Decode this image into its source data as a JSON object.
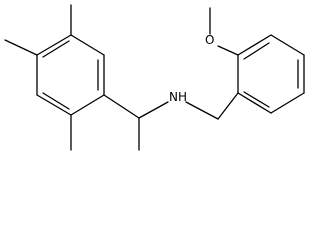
{
  "molecule": {
    "atoms": {
      "oxygen": "O",
      "nitrogen": "N",
      "hydrogen": "H"
    }
  }
}
